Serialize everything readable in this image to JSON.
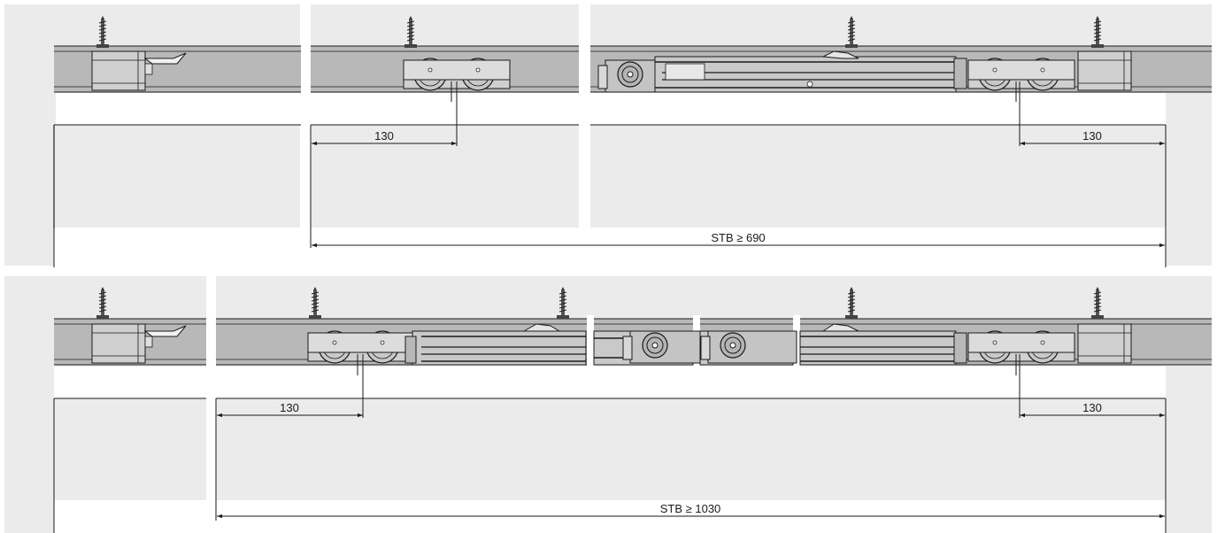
{
  "diagrams": [
    {
      "left_dimension": "130",
      "right_dimension": "130",
      "total_dimension": "STB ≥ 690"
    },
    {
      "left_dimension": "130",
      "right_dimension": "130",
      "total_dimension": "STB ≥ 1030"
    }
  ],
  "colors": {
    "panel_background": "#ebebeb",
    "rail": "#b8b8b8",
    "rail_dark": "#8a8a8a",
    "line": "#1a1a1a",
    "hardware": "#d4d4d4"
  }
}
